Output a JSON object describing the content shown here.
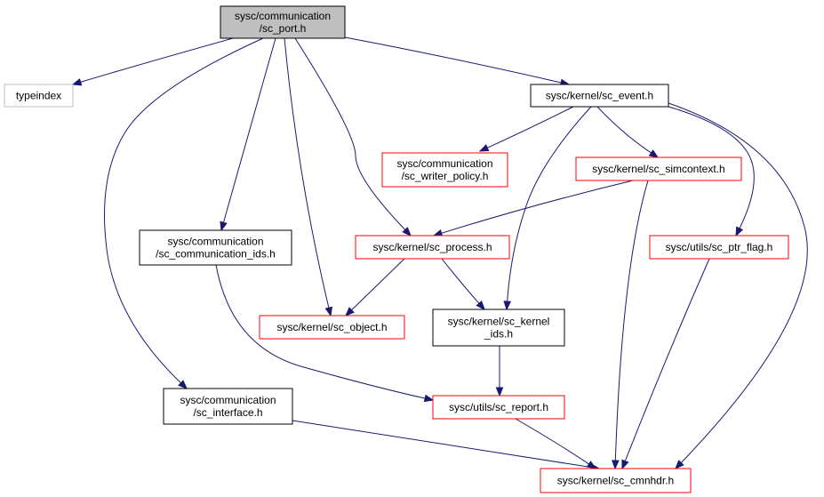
{
  "colors": {
    "edge": "#191970",
    "root_fill": "#bfbfbf",
    "border_black": "#000000",
    "border_red": "#ff0000",
    "border_gray": "#bfbfbf"
  },
  "nodes": [
    {
      "id": "sc_port",
      "lines": [
        "sysc/communication",
        "/sc_port.h"
      ],
      "style": "root"
    },
    {
      "id": "typeindex",
      "lines": [
        "typeindex"
      ],
      "style": "gray"
    },
    {
      "id": "sc_event",
      "lines": [
        "sysc/kernel/sc_event.h"
      ],
      "style": "black"
    },
    {
      "id": "sc_writer_policy",
      "lines": [
        "sysc/communication",
        "/sc_writer_policy.h"
      ],
      "style": "red"
    },
    {
      "id": "sc_simcontext",
      "lines": [
        "sysc/kernel/sc_simcontext.h"
      ],
      "style": "red"
    },
    {
      "id": "sc_communication_ids",
      "lines": [
        "sysc/communication",
        "/sc_communication_ids.h"
      ],
      "style": "black"
    },
    {
      "id": "sc_process",
      "lines": [
        "sysc/kernel/sc_process.h"
      ],
      "style": "red"
    },
    {
      "id": "sc_ptr_flag",
      "lines": [
        "sysc/utils/sc_ptr_flag.h"
      ],
      "style": "red"
    },
    {
      "id": "sc_object",
      "lines": [
        "sysc/kernel/sc_object.h"
      ],
      "style": "red"
    },
    {
      "id": "sc_kernel_ids",
      "lines": [
        "sysc/kernel/sc_kernel",
        "_ids.h"
      ],
      "style": "black"
    },
    {
      "id": "sc_interface",
      "lines": [
        "sysc/communication",
        "/sc_interface.h"
      ],
      "style": "black"
    },
    {
      "id": "sc_report",
      "lines": [
        "sysc/utils/sc_report.h"
      ],
      "style": "red"
    },
    {
      "id": "sc_cmnhdr",
      "lines": [
        "sysc/kernel/sc_cmnhdr.h"
      ],
      "style": "red"
    }
  ],
  "edges": [
    {
      "from": "sc_port",
      "to": "typeindex"
    },
    {
      "from": "sc_port",
      "to": "sc_event"
    },
    {
      "from": "sc_port",
      "to": "sc_communication_ids"
    },
    {
      "from": "sc_port",
      "to": "sc_object"
    },
    {
      "from": "sc_port",
      "to": "sc_process"
    },
    {
      "from": "sc_port",
      "to": "sc_interface"
    },
    {
      "from": "sc_event",
      "to": "sc_writer_policy"
    },
    {
      "from": "sc_event",
      "to": "sc_simcontext"
    },
    {
      "from": "sc_event",
      "to": "sc_kernel_ids"
    },
    {
      "from": "sc_event",
      "to": "sc_ptr_flag"
    },
    {
      "from": "sc_event",
      "to": "sc_cmnhdr"
    },
    {
      "from": "sc_simcontext",
      "to": "sc_process"
    },
    {
      "from": "sc_simcontext",
      "to": "sc_cmnhdr"
    },
    {
      "from": "sc_process",
      "to": "sc_object"
    },
    {
      "from": "sc_process",
      "to": "sc_kernel_ids"
    },
    {
      "from": "sc_communication_ids",
      "to": "sc_report"
    },
    {
      "from": "sc_ptr_flag",
      "to": "sc_cmnhdr"
    },
    {
      "from": "sc_kernel_ids",
      "to": "sc_report"
    },
    {
      "from": "sc_interface",
      "to": "sc_cmnhdr"
    },
    {
      "from": "sc_report",
      "to": "sc_cmnhdr"
    }
  ]
}
